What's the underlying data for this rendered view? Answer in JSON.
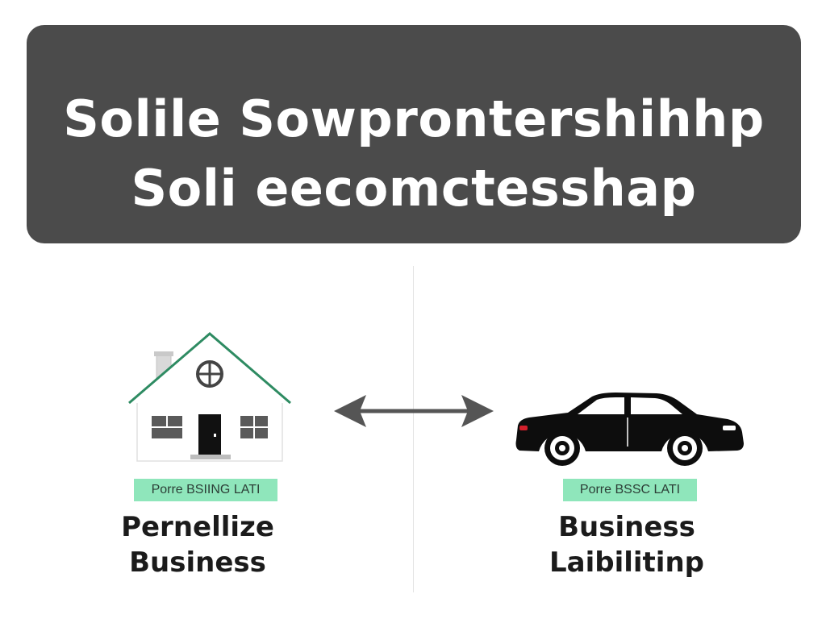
{
  "banner": {
    "line1": "Solile Sowprontershihhp",
    "line2": "Soli eecomctesshap"
  },
  "left": {
    "icon": "house-icon",
    "tag": "Porre BSIING LATI",
    "caption_line1": "Pernellize",
    "caption_line2": "Business"
  },
  "right": {
    "icon": "car-icon",
    "tag": "Porre BSSC LATI",
    "caption_line1": "Business",
    "caption_line2": "Laibilitinp"
  },
  "arrow": {
    "icon": "double-arrow-icon"
  },
  "colors": {
    "banner_bg": "#4b4b4b",
    "banner_text": "#ffffff",
    "roof": "#2e8b62",
    "tag_bg": "#8fe6bb",
    "arrow": "#555555",
    "car": "#0d0d0d"
  }
}
